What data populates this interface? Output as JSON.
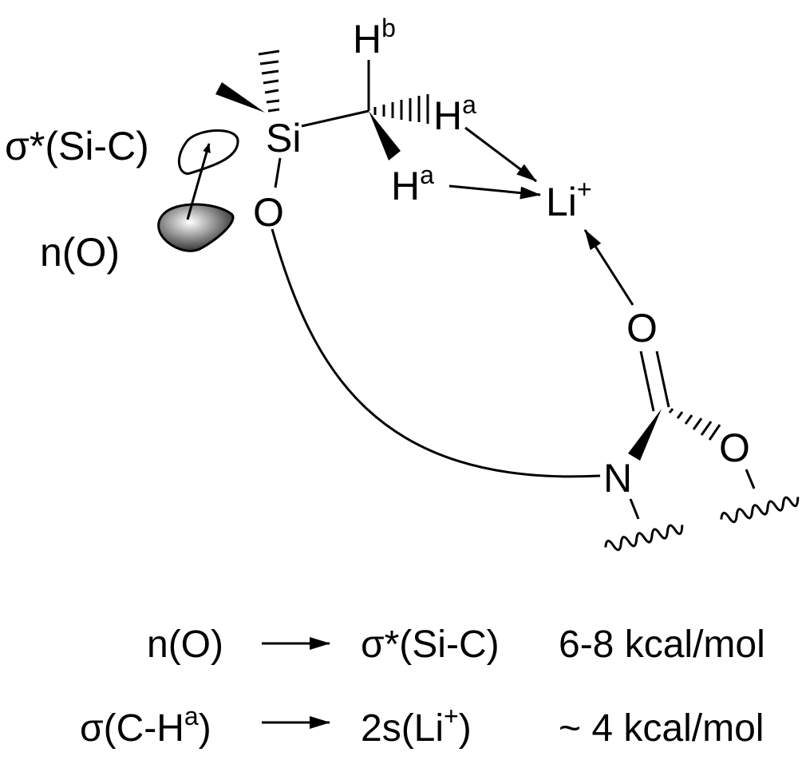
{
  "atoms": {
    "si": "Si",
    "o_si": "O",
    "li": "Li",
    "li_charge": "+",
    "hb": "H",
    "hb_sup": "b",
    "ha1": "H",
    "ha1_sup": "a",
    "ha2": "H",
    "ha2_sup": "a",
    "o_carbonyl": "O",
    "o_ester": "O",
    "n": "N"
  },
  "orbital_labels": {
    "sigma_star": "σ*(Si-C)",
    "n_o": "n(O)"
  },
  "interactions": [
    {
      "donor": "n(O)",
      "acceptor": "σ*(Si-C)",
      "energy": "6-8 kcal/mol"
    },
    {
      "donor_main": "σ(C-H",
      "donor_sup": "a",
      "donor_close": ")",
      "acceptor_main": "2s(Li",
      "acceptor_sup": "+",
      "acceptor_close": ")",
      "energy": "~ 4 kcal/mol"
    }
  ]
}
